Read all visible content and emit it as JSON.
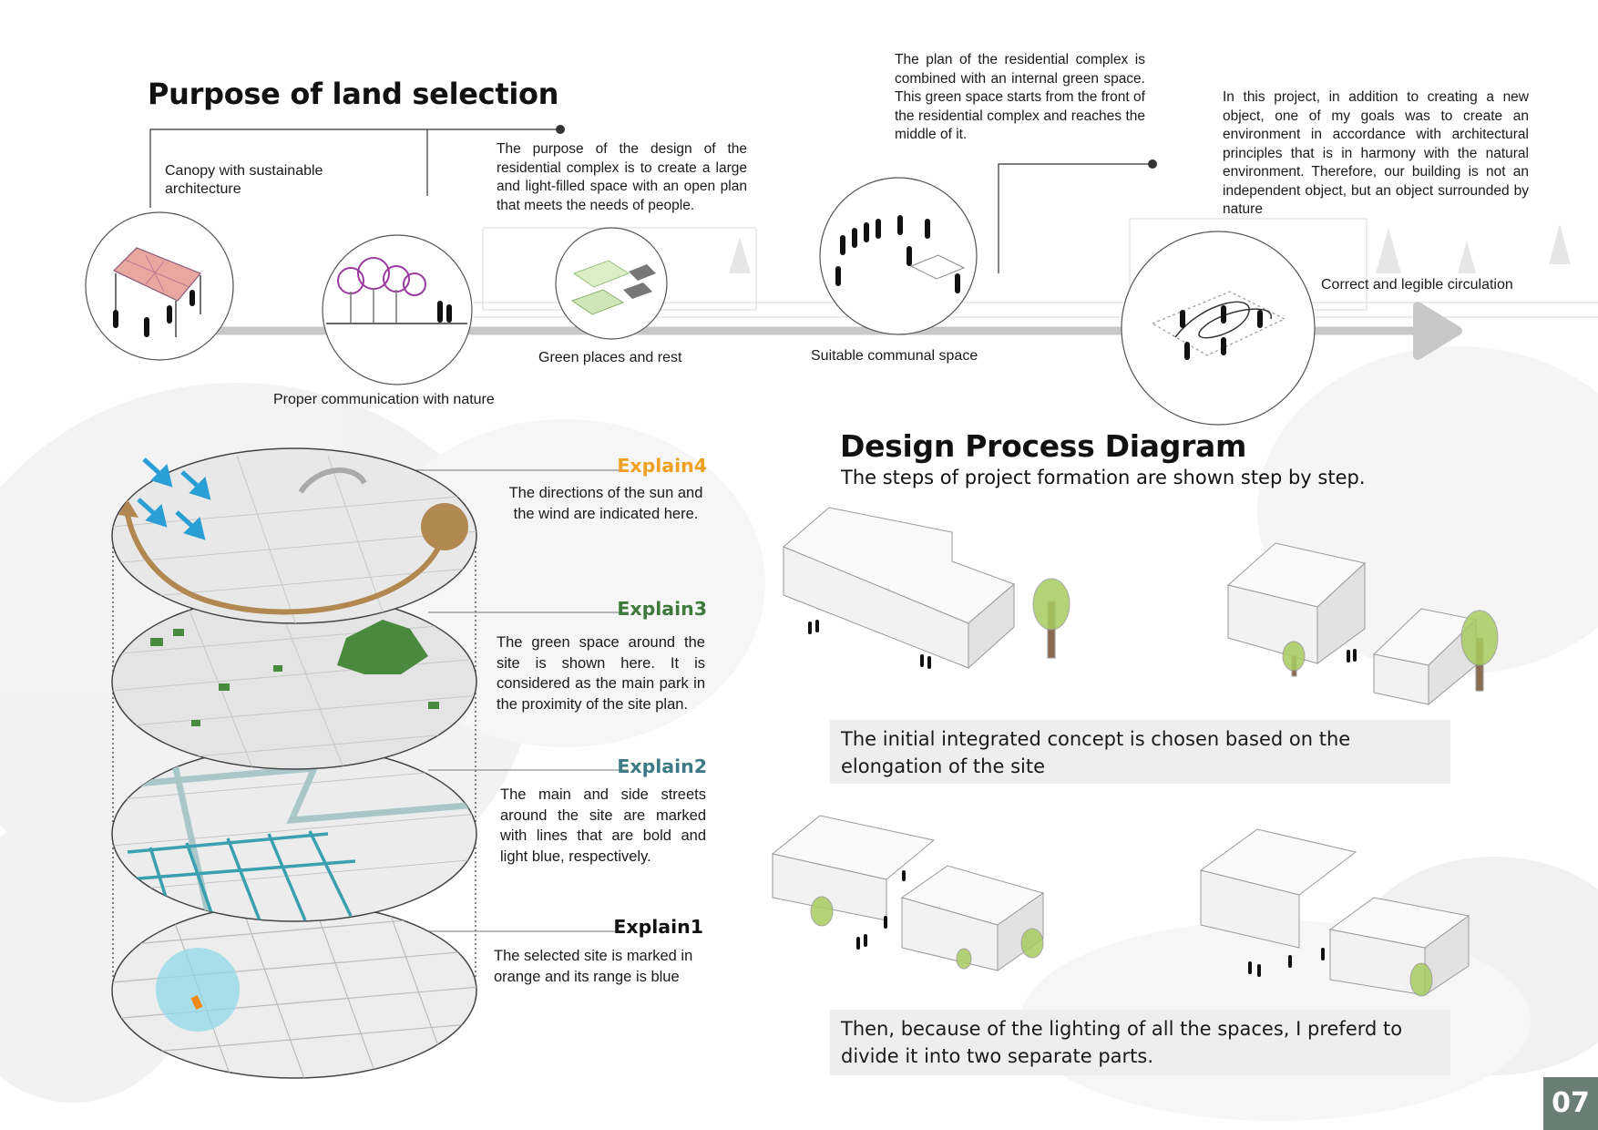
{
  "land_selection": {
    "title": "Purpose of land selection",
    "labels": {
      "canopy": "Canopy with sustainable architecture",
      "nature": "Proper communication with nature",
      "green": "Green places and rest",
      "communal": "Suitable communal space",
      "circulation": "Correct and legible circulation"
    },
    "paragraphs": {
      "purpose": "The purpose of the design of the residential complex is to create a large and light-filled space with an open plan that meets the needs of people.",
      "green_space": "The plan of the residential complex is combined with an internal green space. This green space starts from the front of the residential complex and reaches the middle of it.",
      "harmony": "In this project, in addition to creating a new object, one of my goals was to create an environment in accordance with architectural principles that is in harmony with the natural environment. Therefore, our building is not an independent object, but an object surrounded by nature"
    }
  },
  "layers": [
    {
      "heading": "Explain4",
      "text": "The directions of the sun and the wind are indicated here.",
      "color": "#f0a020"
    },
    {
      "heading": "Explain3",
      "text": "The green space around the site is shown here. It is considered as the main park in the proximity of the site plan.",
      "color": "#3e7a3a"
    },
    {
      "heading": "Explain2",
      "text": "The main and side streets around the site are marked with lines that are bold and light blue, respectively.",
      "color": "#3c7a86"
    },
    {
      "heading": "Explain1",
      "text": "The selected site is marked in orange and its range is blue",
      "color": "#111111"
    }
  ],
  "process": {
    "title": "Design Process Diagram",
    "subtitle": "The steps of project formation are shown step by step.",
    "caption1": "The initial integrated concept is chosen based on the elongation of the site",
    "caption2": "Then, because of the lighting of all the spaces, I preferd to divide it into two separate parts."
  },
  "page_number": "07",
  "colors": {
    "arrow": "#c8c8c8",
    "sun_arrow": "#2a9fd6",
    "sun_path": "#b08850",
    "park_green": "#4a8a3e",
    "street_blue": "#3aa0b0",
    "site_orange": "#f08a10",
    "site_range": "#8fd8e8",
    "tree_green": "#a8cc60",
    "caption_bg": "#eeeeee",
    "page_box": "#6b7e76"
  }
}
